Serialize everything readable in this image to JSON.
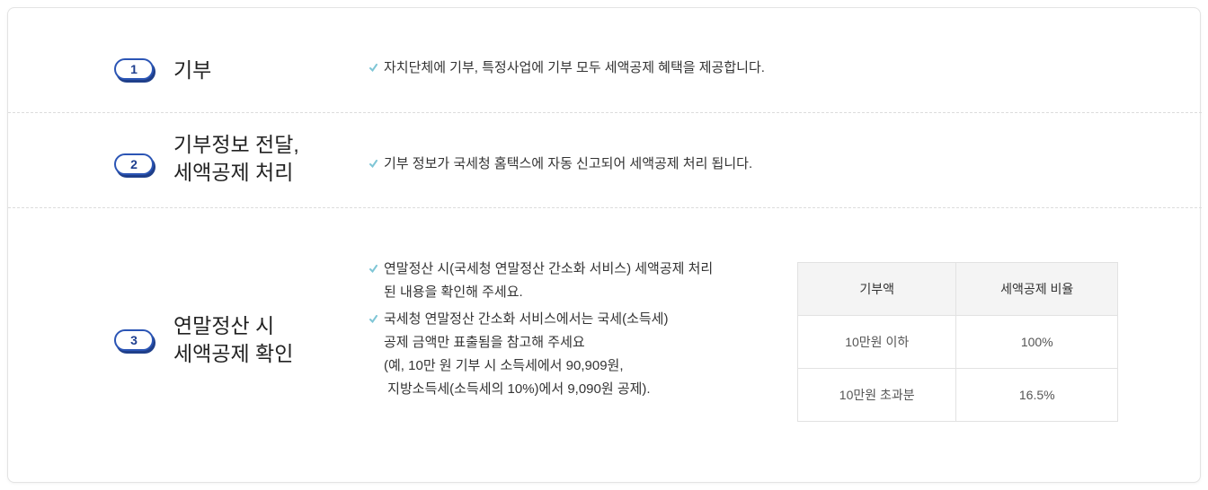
{
  "steps": [
    {
      "number": "1",
      "title_lines": [
        "기부"
      ],
      "bullets": [
        [
          "자치단체에 기부, 특정사업에 기부 모두 세액공제 혜택을 제공합니다."
        ]
      ]
    },
    {
      "number": "2",
      "title_lines": [
        "기부정보 전달,",
        "세액공제 처리"
      ],
      "bullets": [
        [
          "기부 정보가 국세청 홈택스에 자동 신고되어 세액공제 처리 됩니다."
        ]
      ]
    },
    {
      "number": "3",
      "title_lines": [
        "연말정산 시",
        "세액공제 확인"
      ],
      "bullets": [
        [
          "연말정산 시(국세청 연말정산 간소화 서비스) 세액공제 처리",
          "된 내용을 확인해 주세요."
        ],
        [
          "국세청 연말정산 간소화 서비스에서는 국세(소득세)",
          "공제 금액만 표출됨을 참고해 주세요",
          "(예, 10만 원 기부 시 소득세에서 90,909원,",
          " 지방소득세(소득세의 10%)에서 9,090원 공제)."
        ]
      ]
    }
  ],
  "table": {
    "headers": [
      "기부액",
      "세액공제 비율"
    ],
    "rows": [
      [
        "10만원 이하",
        "100%"
      ],
      [
        "10만원 초과분",
        "16.5%"
      ]
    ]
  },
  "colors": {
    "badge_border": "#2b55b5",
    "badge_shadow": "#1f3f8a",
    "bullet_tick": "#7fc6d6"
  },
  "icons": {
    "bullet": "check-tick-icon"
  }
}
